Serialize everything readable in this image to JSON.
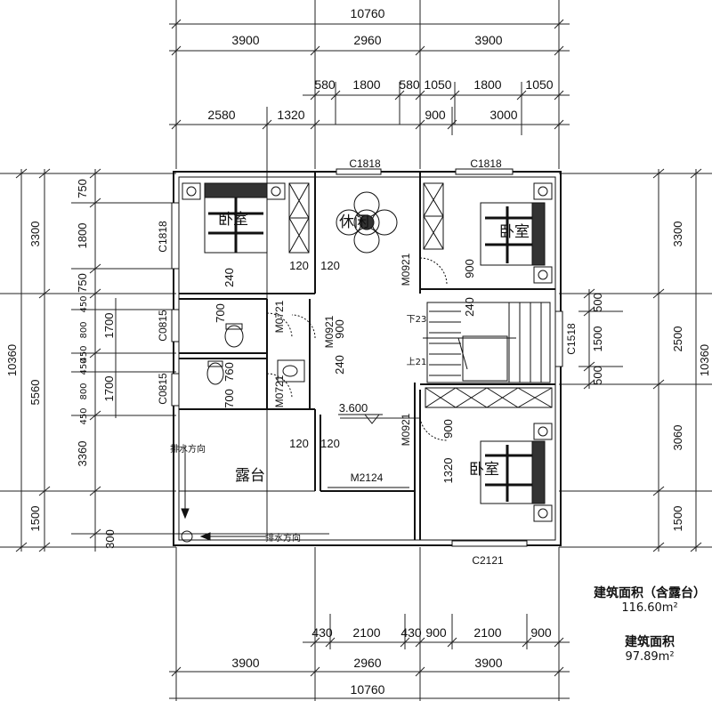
{
  "dimensions": {
    "top_total": "10760",
    "top_row1": [
      "3900",
      "2960",
      "3900"
    ],
    "top_row2": [
      "580",
      "1800",
      "580",
      "1050",
      "1800",
      "1050"
    ],
    "top_row3": [
      "2580",
      "1320",
      "900",
      "3000"
    ],
    "bottom_row1": [
      "430",
      "2100",
      "430",
      "900",
      "2100",
      "900"
    ],
    "bottom_row2": [
      "3900",
      "2960",
      "3900"
    ],
    "bottom_total": "10760",
    "left_total": "10360",
    "left_outer": [
      "3300",
      "5560",
      "1500"
    ],
    "left_inner": [
      "750",
      "1800",
      "750",
      "1700",
      "1700",
      "3360",
      "300"
    ],
    "left_small": [
      "450",
      "800",
      "450",
      "450",
      "800",
      "450"
    ],
    "right_total": "10360",
    "right_outer": [
      "3300",
      "2500",
      "3060",
      "1500"
    ],
    "right_inner": [
      "500",
      "1500",
      "500"
    ]
  },
  "rooms": {
    "bedroom": "卧室",
    "lounge": "休闲",
    "terrace": "露台"
  },
  "codes": {
    "c1818": "C1818",
    "c0815": "C0815",
    "c1518": "C1518",
    "c2121": "C2121",
    "m0921": "M0921",
    "m0721": "M0721",
    "m2124": "M2124"
  },
  "labels": {
    "n120": "120",
    "n240": "240",
    "n700": "700",
    "n760": "760",
    "n900": "900",
    "n1320": "1320",
    "elev": "3.600",
    "down": "下23",
    "up": "上21",
    "drain": "排水方向"
  },
  "summary": {
    "area_with_terrace_label": "建筑面积（含露台）",
    "area_with_terrace_value": "116.60m²",
    "area_label": "建筑面积",
    "area_value": "97.89m²"
  }
}
